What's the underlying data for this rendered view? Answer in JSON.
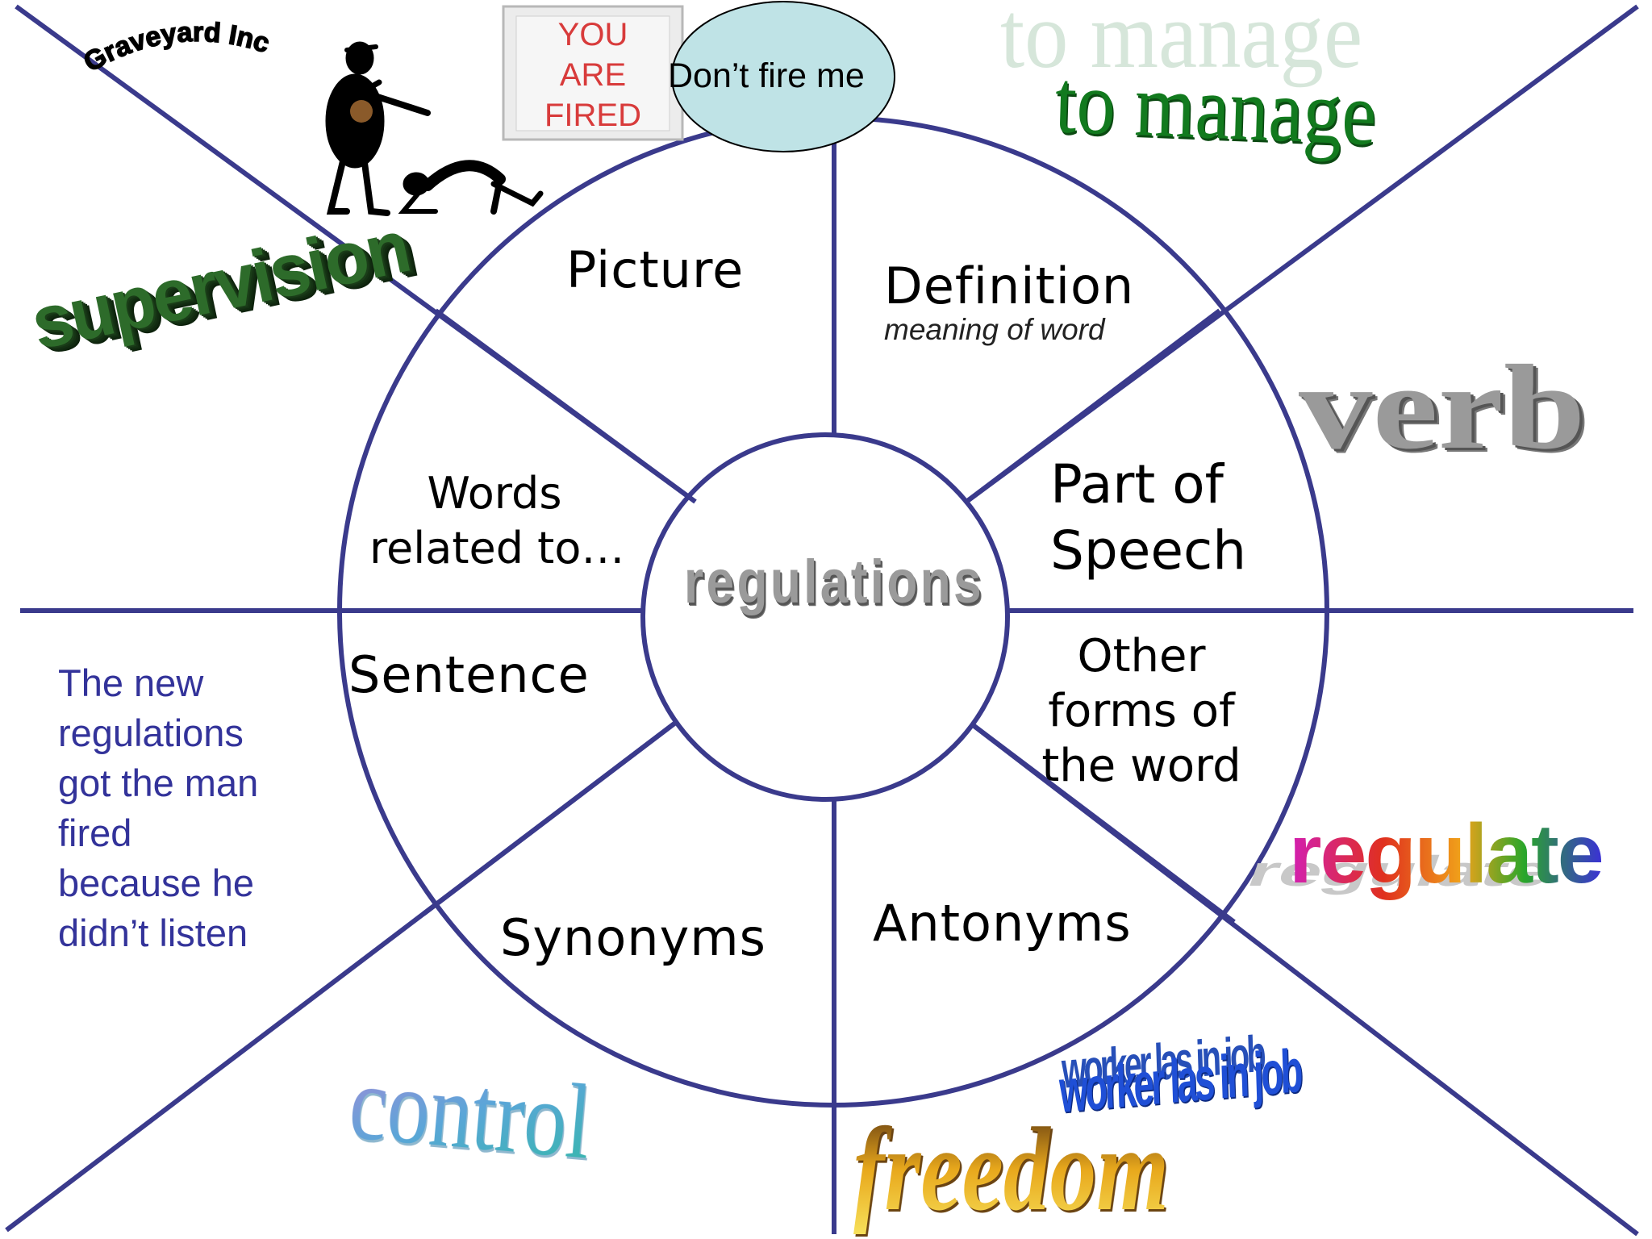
{
  "center_word": "regulations",
  "sectors": {
    "picture": "Picture",
    "definition": "Definition",
    "definition_note": "meaning of word",
    "part_of_speech": [
      "Part of",
      "Speech"
    ],
    "other_forms": [
      "Other",
      "forms of",
      "the word"
    ],
    "antonyms": "Antonyms",
    "synonyms": "Synonyms",
    "sentence": "Sentence",
    "words_related": [
      "Words",
      "related to…"
    ]
  },
  "answers": {
    "graveyard": "Graveyard Inc",
    "fired_sign": [
      "YOU",
      "ARE",
      "FIRED"
    ],
    "bubble": "Don’t fire me",
    "definition_ghost": "to manage",
    "definition": "to manage",
    "words_related": "supervision",
    "part_of_speech": "verb",
    "sentence": [
      "The new",
      "regulations",
      "got the man",
      "fired",
      "because he",
      "didn’t listen"
    ],
    "other_forms": "regulate",
    "synonyms": "control",
    "antonyms_1": "worker las in job",
    "antonyms_2": "freedom"
  },
  "colors": {
    "lines": "#3a3a8c",
    "sentence_text": "#33339a",
    "bubble_fill": "#bfe3e6",
    "definition_answer": "#127a1e",
    "supervision": "#1f5a1f",
    "verb": "#7a7a7a",
    "control": "#5b9fc7",
    "worker": "#1f4fd6",
    "freedom": "#d99a16"
  }
}
